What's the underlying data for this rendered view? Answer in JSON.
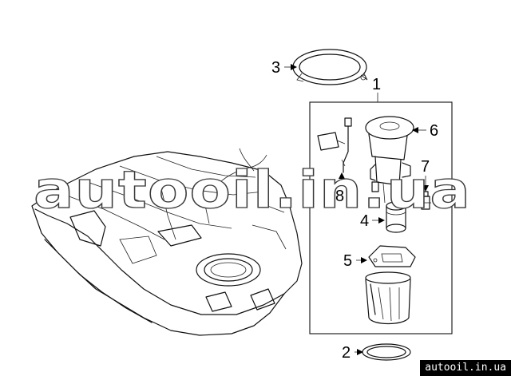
{
  "callouts": {
    "c1": "1",
    "c2": "2",
    "c3": "3",
    "c4": "4",
    "c5": "5",
    "c6": "6",
    "c7": "7",
    "c8": "8"
  },
  "watermark": {
    "text": "autooil.in.ua",
    "footer": "autooil.in.ua"
  }
}
